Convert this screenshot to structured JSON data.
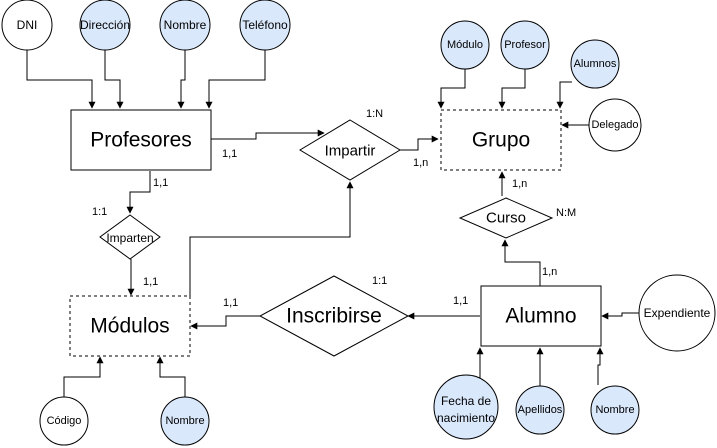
{
  "colors": {
    "attribute_fill": "#dae8fc",
    "stroke": "#000000",
    "background": "#ffffff"
  },
  "entities": {
    "profesores": "Profesores",
    "grupo": "Grupo",
    "modulos": "Módulos",
    "alumno": "Alumno"
  },
  "relationships": {
    "impartir": "Impartir",
    "curso": "Curso",
    "imparten": "Imparten",
    "inscribirse": "Inscribirse"
  },
  "attributes": {
    "dni": "DNI",
    "direccion": "Dirección",
    "nombre_prof": "Nombre",
    "telefono": "Teléfono",
    "modulo": "Módulo",
    "profesor": "Profesor",
    "alumnos": "Alumnos",
    "delegado": "Delegado",
    "expendiente": "Expendiente",
    "fecha_l1": "Fecha de",
    "fecha_l2": "nacimiento",
    "apellidos": "Apellidos",
    "nombre_alumno": "Nombre",
    "codigo": "Código",
    "nombre_modulo": "Nombre"
  },
  "cardinalities": {
    "impartir_ratio": "1:N",
    "profesores_impartir": "1,1",
    "grupo_impartir": "1,n",
    "profesores_imparten": "1,1",
    "imparten_ratio": "1:1",
    "modulos_imparten": "1,1",
    "curso_ratio": "N:M",
    "grupo_curso": "1,n",
    "alumno_curso": "1,n",
    "inscribirse_ratio": "1:1",
    "modulos_inscribirse": "1,1",
    "alumno_inscribirse": "1,1"
  }
}
